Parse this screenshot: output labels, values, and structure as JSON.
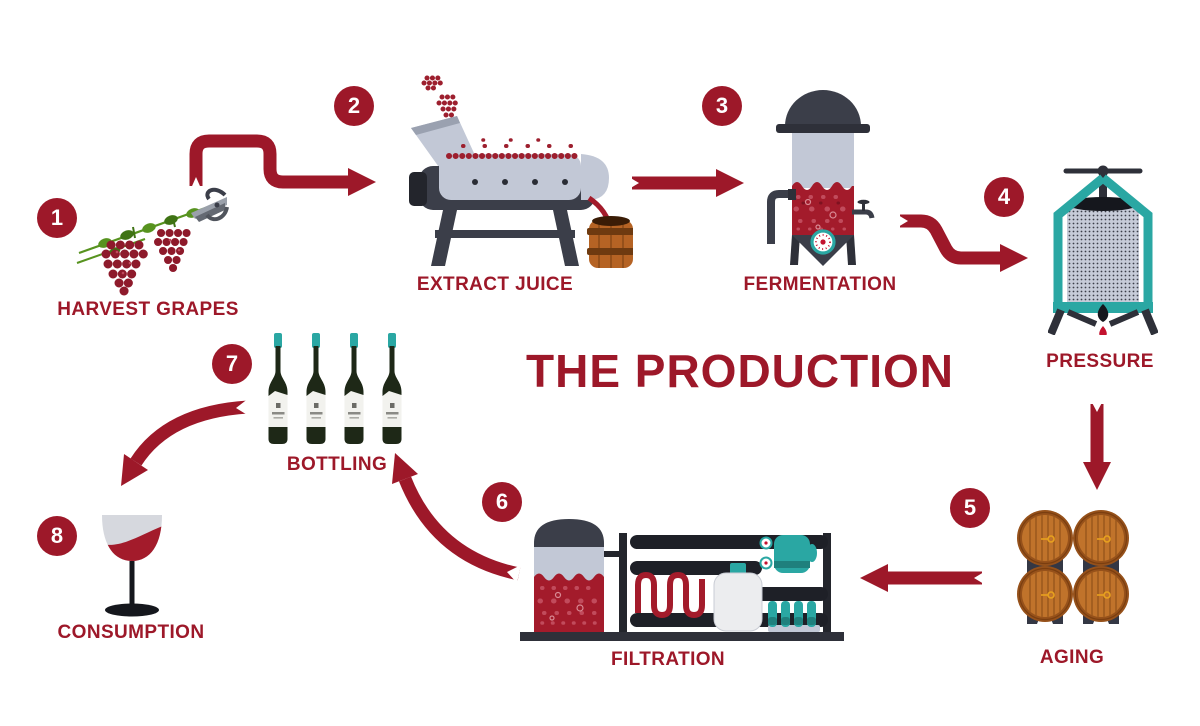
{
  "title": "THE PRODUCTION",
  "colors": {
    "background": "#ffffff",
    "wine_red": "#9D1829",
    "liquid_red": "#A31B2B",
    "berry_red": "#8E1A2B",
    "drop_red": "#C3122F",
    "teal": "#2AA7A3",
    "teal_dark": "#1F807D",
    "slate": "#3B3E49",
    "slate_mid": "#2E3039",
    "slate_dark": "#23252C",
    "stand_slate": "#343744",
    "steel_light": "#C2C8D6",
    "steel_mid": "#9AA1B0",
    "barrel_orange": "#C0732B",
    "barrel_dark": "#8A4A16",
    "barrel_rim": "#96511A",
    "band_brown": "#6E3A10",
    "leaf_green": "#57931F",
    "leaf_dark": "#3F7314",
    "bottle_dark": "#1E2817",
    "glass_gray": "#D6D8DE",
    "near_black": "#15171D",
    "badge_text": "#FFFFFF"
  },
  "steps": [
    {
      "number": "1",
      "label": "HARVEST GRAPES",
      "icon": "grapes-and-shears-icon"
    },
    {
      "number": "2",
      "label": "EXTRACT JUICE",
      "icon": "crusher-machine-icon"
    },
    {
      "number": "3",
      "label": "FERMENTATION",
      "icon": "fermentation-tank-icon"
    },
    {
      "number": "4",
      "label": "PRESSURE",
      "icon": "wine-press-icon"
    },
    {
      "number": "5",
      "label": "AGING",
      "icon": "oak-barrels-icon"
    },
    {
      "number": "6",
      "label": "FILTRATION",
      "icon": "filtration-machine-icon"
    },
    {
      "number": "7",
      "label": "BOTTLING",
      "icon": "wine-bottles-icon"
    },
    {
      "number": "8",
      "label": "CONSUMPTION",
      "icon": "wine-glass-icon"
    }
  ]
}
